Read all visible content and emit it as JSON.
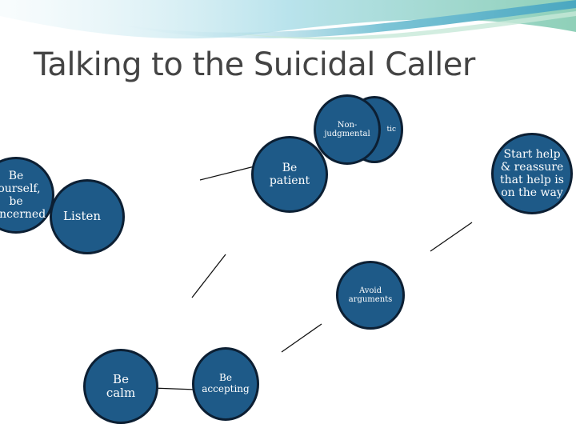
{
  "slide": {
    "title": "Talking to the Suicidal Caller"
  },
  "nodes": {
    "nonjudgmental": "Non-\njudgmental",
    "empathic_fragment": "tic",
    "be_patient": "Be\npatient",
    "start_help": "Start help\n& reassure\nthat help is\non the way",
    "be_yourself": "Be\nyourself,\nbe\nconcerned",
    "listen": "Listen",
    "avoid_arguments": "Avoid\narguments",
    "be_calm": "Be\ncalm",
    "be_accepting": "Be\naccepting"
  },
  "colors": {
    "node_fill": "#1e5a88",
    "node_border": "#0c1f33",
    "title": "#444444"
  }
}
